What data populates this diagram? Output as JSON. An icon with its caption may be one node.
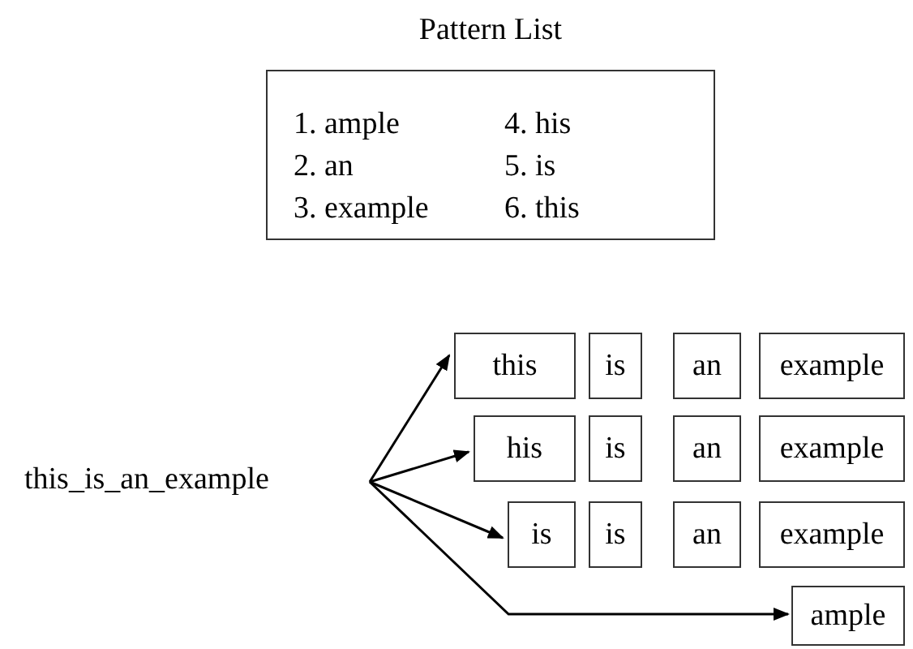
{
  "diagram": {
    "nodes": [
      {
        "text": [
          "Pattern List",
          "1. ample",
          "2. an",
          "3. example",
          "4. his",
          "5. is",
          "6. this"
        ]
      },
      {
        "text": [
          "this_is_an_example"
        ]
      },
      {
        "text": [
          "this"
        ]
      },
      {
        "text": [
          "is"
        ]
      },
      {
        "text": [
          "an"
        ]
      },
      {
        "text": [
          "example"
        ]
      },
      {
        "text": [
          "his"
        ]
      },
      {
        "text": [
          "is"
        ]
      },
      {
        "text": [
          "an"
        ]
      },
      {
        "text": [
          "example"
        ]
      },
      {
        "text": [
          "is"
        ]
      },
      {
        "text": [
          "is"
        ]
      },
      {
        "text": [
          "an"
        ]
      },
      {
        "text": [
          "example"
        ]
      },
      {
        "text": [
          "ample"
        ]
      }
    ],
    "edges": [
      {
        "from": 1,
        "to": 2,
        "arrow": "to"
      },
      {
        "from": 1,
        "to": 6,
        "arrow": "to"
      },
      {
        "from": 1,
        "to": 10,
        "arrow": "to"
      },
      {
        "from": 1,
        "to": 14,
        "arrow": "to"
      }
    ]
  }
}
